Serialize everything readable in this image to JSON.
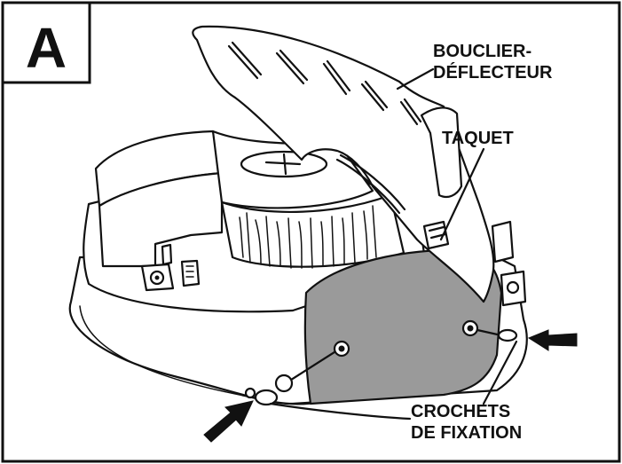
{
  "panel": {
    "letter": "A"
  },
  "labels": {
    "deflector_line1": "BOUCLIER-",
    "deflector_line2": "DÉFLECTEUR",
    "tab": "TAQUET",
    "hooks_line1": "CROCHETS",
    "hooks_line2": "DE FIXATION"
  },
  "colors": {
    "line": "#111111",
    "background": "#ffffff",
    "shaded_area": "#9a9a9a"
  },
  "icons": {
    "arrow_left": "arrow-icon",
    "arrow_right": "arrow-icon"
  }
}
